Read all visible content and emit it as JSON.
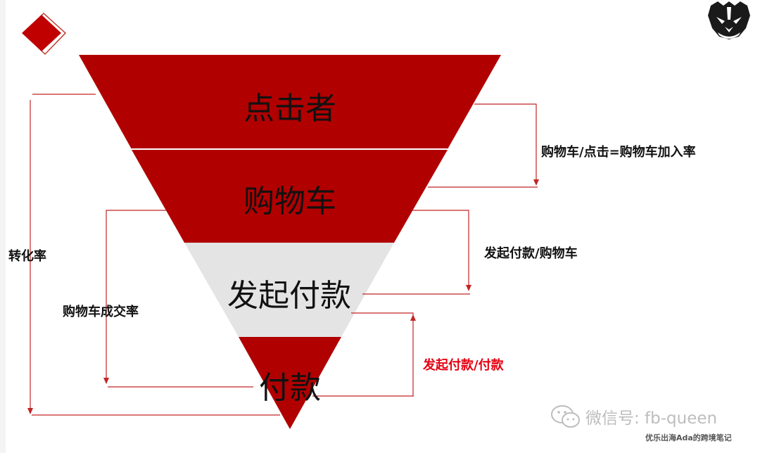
{
  "funnel": {
    "stages": [
      {
        "label": "点击者",
        "color": "#b10000"
      },
      {
        "label": "购物车",
        "color": "#b10000"
      },
      {
        "label": "发起付款",
        "color": "#e4e4e4"
      },
      {
        "label": "付款",
        "color": "#b10000"
      }
    ]
  },
  "annotations": {
    "cart_rate": "购物车/点击=购物车加入率",
    "payment_init": "发起付款/购物车",
    "payment_rate": "发起付款/付款",
    "conversion": "转化率",
    "cart_conversion": "购物车成交率"
  },
  "colors": {
    "accent": "#b10000",
    "annotation_red": "#e60012",
    "bracket": "#c22525"
  },
  "watermark": {
    "text": "微信号: fb-queen",
    "icon": "wechat-icon"
  },
  "footer": {
    "note": "优乐出海Ada的跨境笔记"
  },
  "logo": {
    "icon": "lion-logo-icon"
  },
  "deco": {
    "icon": "red-diamond-icon"
  }
}
